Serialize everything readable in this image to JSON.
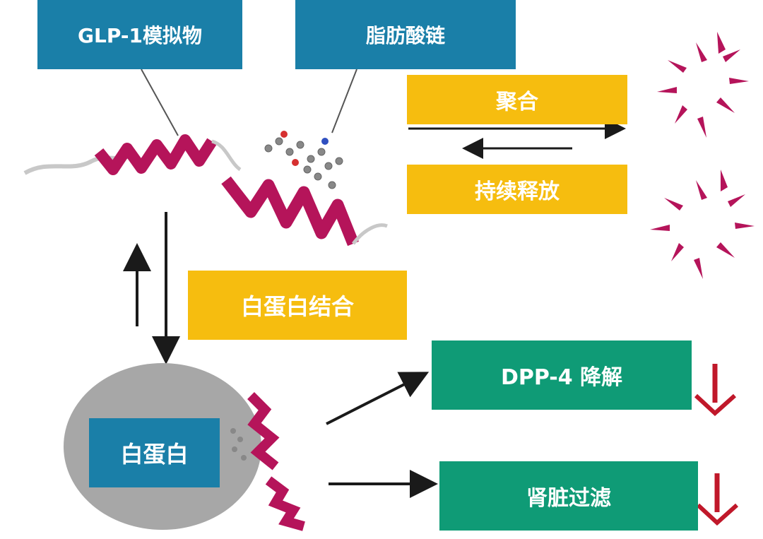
{
  "labels": {
    "glp1_analog": "GLP-1模拟物",
    "fatty_acid_chain": "脂肪酸链",
    "aggregation": "聚合",
    "sustained_release": "持续释放",
    "albumin_binding": "白蛋白结合",
    "albumin": "白蛋白",
    "dpp4_degradation": "DPP-4 降解",
    "renal_filtration": "肾脏过滤"
  },
  "colors": {
    "blue_box": "#1a7fa8",
    "yellow_box": "#f6bd0f",
    "green_box": "#0f9b76",
    "helix": "#b5145a",
    "albumin_sphere": "#a7a7a7",
    "down_arrow": "#c0182a",
    "arrow": "#1a1a1a"
  },
  "icons": {
    "decrease_left": "red-down-arrow-icon",
    "decrease_right": "red-down-arrow-icon"
  }
}
